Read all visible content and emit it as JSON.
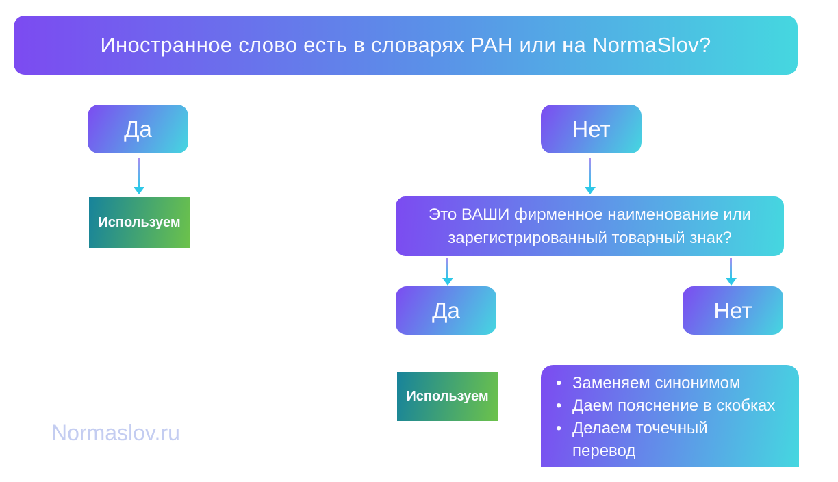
{
  "colors": {
    "purple": "#7C4BF1",
    "blue_mid": "#5B8FE8",
    "cyan": "#45D7E0",
    "teal": "#17839B",
    "green": "#6CC24B",
    "arrow_start": "#A98CF2",
    "arrow_end": "#2EC8E8",
    "watermark": "#C4CDF1",
    "text": "#FBFBFF"
  },
  "banner": {
    "title": "Иностранное слово есть в словарях РАН или на NormaSlov?"
  },
  "flow": {
    "left_branch": {
      "answer": "Да",
      "result": "Используем"
    },
    "right_branch": {
      "answer": "Нет",
      "question": "Это ВАШИ фирменное наименование или зарегистрированный товарный знак?",
      "yes_branch": {
        "answer": "Да",
        "result": "Используем"
      },
      "no_branch": {
        "answer": "Нет",
        "actions": [
          "Заменяем синонимом",
          "Даем пояснение в скобках",
          "Делаем точечный перевод"
        ]
      }
    }
  },
  "watermark": "Normaslov.ru"
}
